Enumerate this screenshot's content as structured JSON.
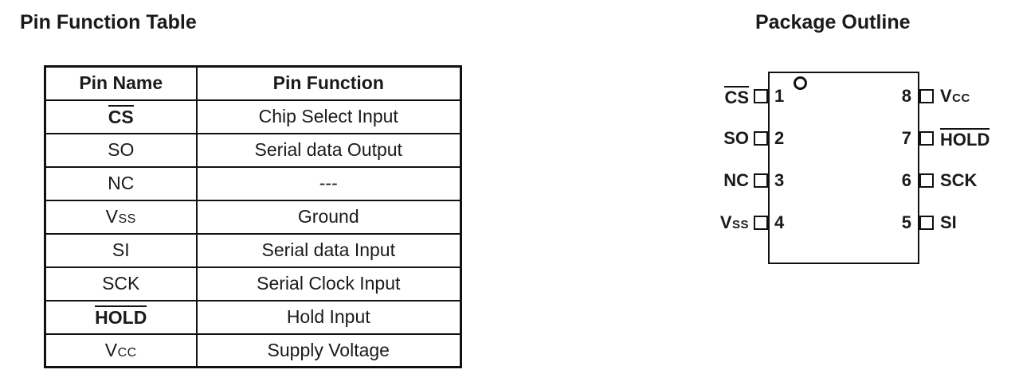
{
  "colors": {
    "text": "#1a1a1a",
    "line": "#111111",
    "background": "#ffffff"
  },
  "titles": {
    "table": "Pin Function Table",
    "package": "Package Outline"
  },
  "table": {
    "headers": {
      "name": "Pin Name",
      "function": "Pin Function"
    },
    "rows": [
      {
        "name": "CS",
        "overline": true,
        "function": "Chip Select Input"
      },
      {
        "name": "SO",
        "overline": false,
        "function": "Serial data Output"
      },
      {
        "name": "NC",
        "overline": false,
        "function": "---"
      },
      {
        "name": "Vss",
        "overline": false,
        "function": "Ground"
      },
      {
        "name": "SI",
        "overline": false,
        "function": "Serial data Input"
      },
      {
        "name": "SCK",
        "overline": false,
        "function": "Serial Clock Input"
      },
      {
        "name": "HOLD",
        "overline": true,
        "function": "Hold Input"
      },
      {
        "name": "Vcc",
        "overline": false,
        "function": "Supply Voltage"
      }
    ]
  },
  "package": {
    "left_pins": [
      {
        "label": "CS",
        "overline": true,
        "number": "1"
      },
      {
        "label": "SO",
        "overline": false,
        "number": "2"
      },
      {
        "label": "NC",
        "overline": false,
        "number": "3"
      },
      {
        "label": "Vss",
        "overline": false,
        "number": "4"
      }
    ],
    "right_pins": [
      {
        "label": "Vcc",
        "overline": false,
        "number": "8"
      },
      {
        "label": "HOLD",
        "overline": true,
        "number": "7"
      },
      {
        "label": "SCK",
        "overline": false,
        "number": "6"
      },
      {
        "label": "SI",
        "overline": false,
        "number": "5"
      }
    ]
  }
}
